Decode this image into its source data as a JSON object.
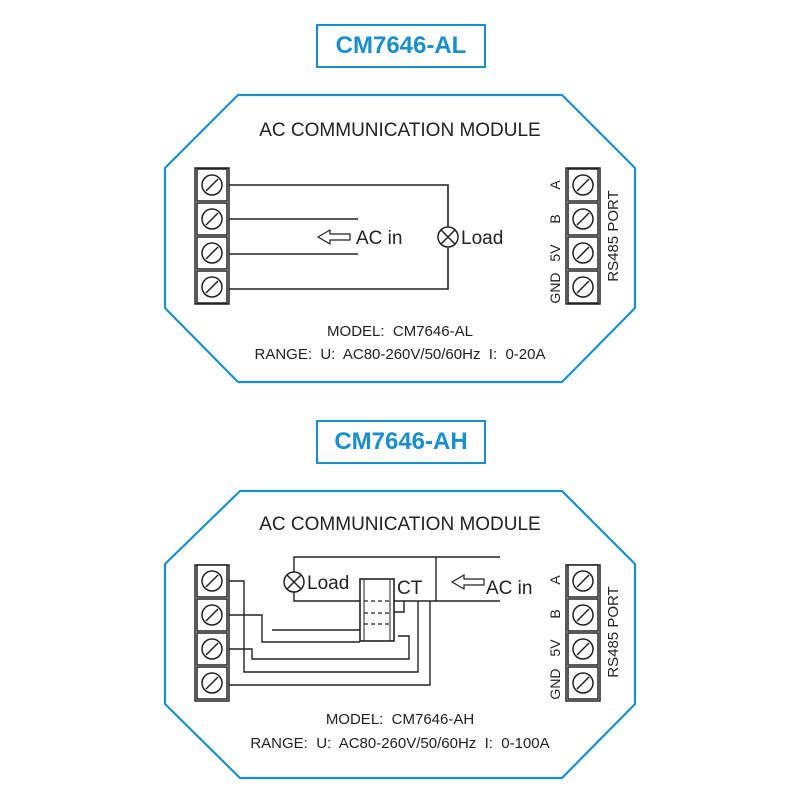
{
  "colors": {
    "accent": "#1a8fd0",
    "line": "#222222"
  },
  "top": {
    "model_title": "CM7646-AL",
    "module_title": "AC COMMUNICATION MODULE",
    "ac_in": "AC in",
    "load": "Load",
    "port_pins": [
      "A",
      "B",
      "5V",
      "GND"
    ],
    "port_label": "RS485  PORT",
    "model_line": "MODEL:  CM7646-AL",
    "range_line": "RANGE:  U:  AC80-260V/50/60Hz  I:  0-20A"
  },
  "bottom": {
    "model_title": "CM7646-AH",
    "module_title": "AC COMMUNICATION MODULE",
    "ac_in": "AC in",
    "load": "Load",
    "ct": "CT",
    "port_pins": [
      "A",
      "B",
      "5V",
      "GND"
    ],
    "port_label": "RS485  PORT",
    "model_line": "MODEL:  CM7646-AH",
    "range_line": "RANGE:  U:  AC80-260V/50/60Hz  I:  0-100A"
  }
}
